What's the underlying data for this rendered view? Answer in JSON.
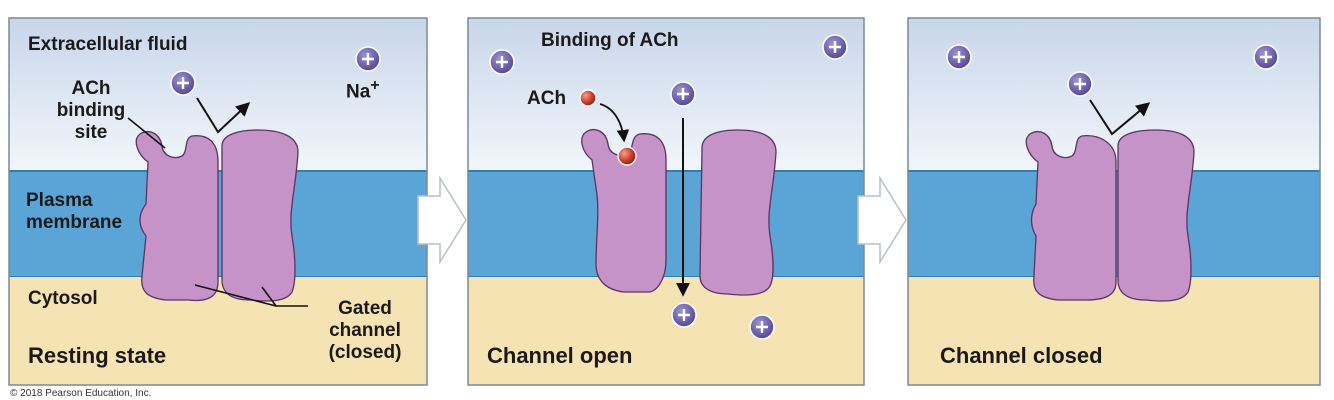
{
  "colors": {
    "extracellular": "#dfe8f3",
    "membrane": "#5aa5d5",
    "cytosol": "#f6e3b3",
    "protein": "#c593c8",
    "protein_edge": "#5b3461",
    "ion_fill": "#6a5fae",
    "ach_fill": "#cc3d2a",
    "panel_border": "#7a8a96"
  },
  "icons": {
    "ion": "plus-circle-icon",
    "ach": "red-sphere-icon",
    "step_arrow": "outline-right-arrow-icon"
  },
  "panels": [
    {
      "id": "resting",
      "state_label": "Resting state",
      "region_labels": {
        "extracellular": "Extracellular fluid",
        "membrane_line1": "Plasma",
        "membrane_line2": "membrane",
        "cytosol": "Cytosol"
      },
      "ach_site_lines": [
        "ACh",
        "binding",
        "site"
      ],
      "na_label": "Na",
      "na_superscript": "+",
      "channel_lines": [
        "Gated",
        "channel",
        "(closed)"
      ]
    },
    {
      "id": "open",
      "title": "Binding of ACh",
      "ach_label": "ACh",
      "state_label": "Channel open"
    },
    {
      "id": "closed",
      "state_label": "Channel closed"
    }
  ],
  "copyright": "© 2018 Pearson Education, Inc."
}
